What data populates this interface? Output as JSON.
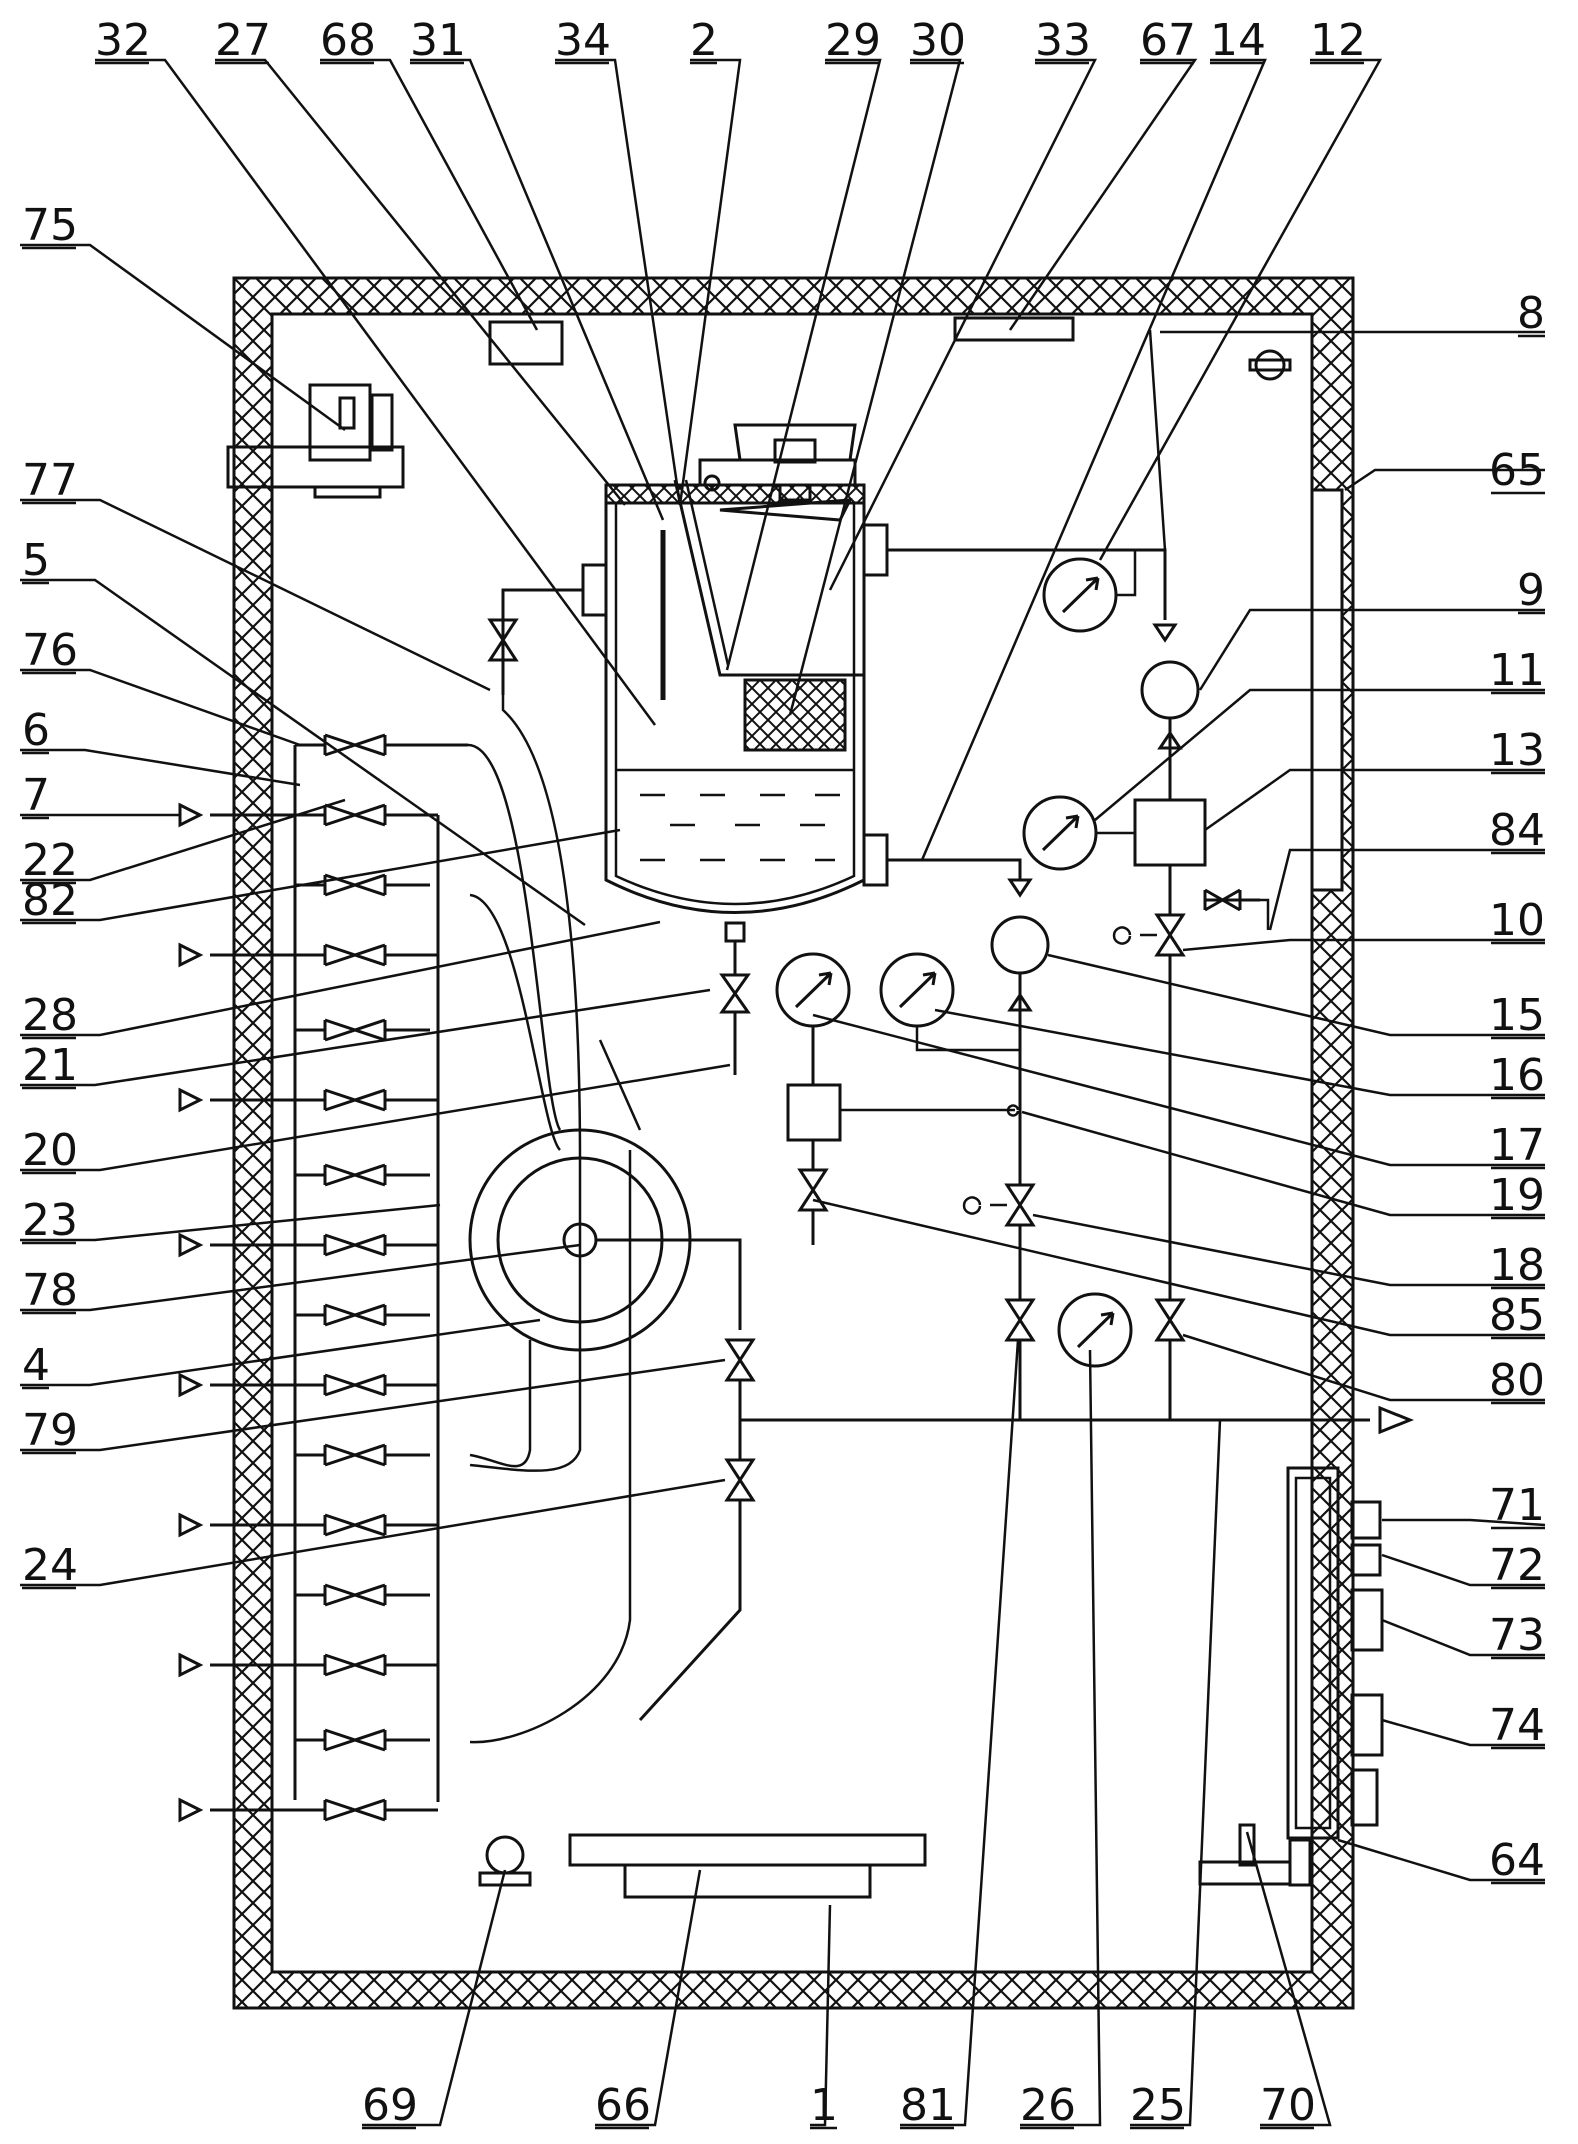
{
  "labels_top": [
    "32",
    "27",
    "68",
    "31",
    "34",
    "2",
    "29",
    "30",
    "33",
    "67",
    "14",
    "12"
  ],
  "labels_left": [
    "75",
    "77",
    "5",
    "76",
    "6",
    "7",
    "22",
    "82",
    "28",
    "21",
    "20",
    "23",
    "78",
    "4",
    "79",
    "24"
  ],
  "labels_right": [
    "8",
    "65",
    "9",
    "11",
    "13",
    "84",
    "10",
    "15",
    "16",
    "17",
    "19",
    "18",
    "85",
    "80",
    "71",
    "72",
    "73",
    "74",
    "64"
  ],
  "labels_bottom": [
    "69",
    "66",
    "1",
    "81",
    "26",
    "25",
    "70"
  ]
}
